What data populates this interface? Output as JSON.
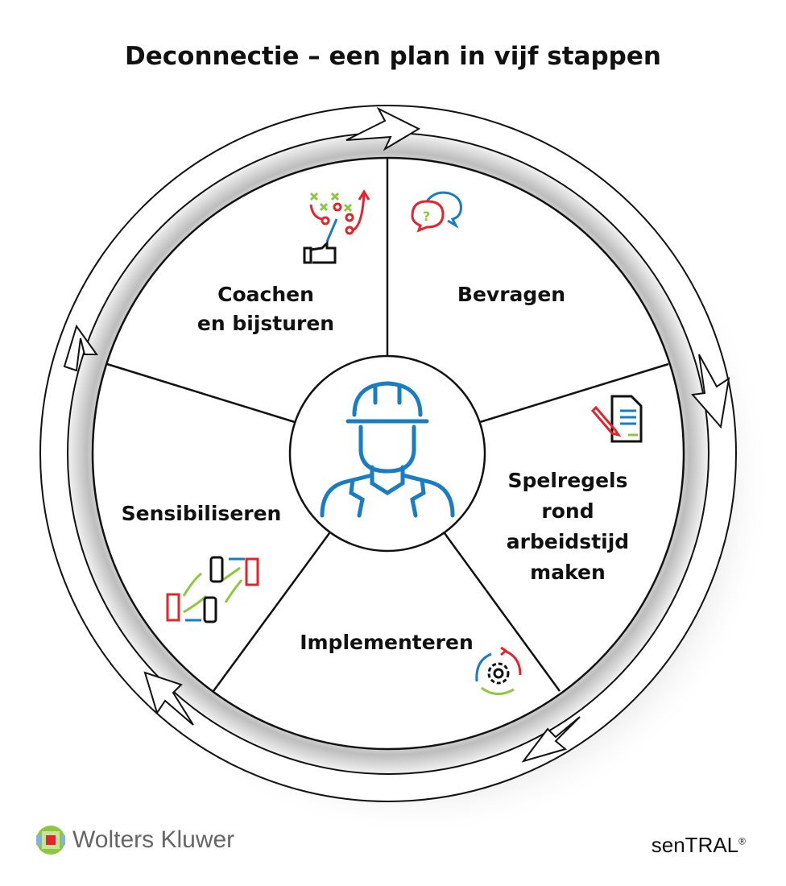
{
  "title": "Deconnectie – een plan in vijf stappen",
  "steps": [
    {
      "label_line1": "Coachen",
      "label_line2": "en bijsturen",
      "icon": "playbook-thumbs-up-icon"
    },
    {
      "label_line1": "Bevragen",
      "icon": "question-chat-bubbles-icon"
    },
    {
      "label_line1": "Spelregels",
      "label_line2": "rond",
      "label_line3": "arbeidstijd",
      "label_line4": "maken",
      "icon": "document-pen-icon"
    },
    {
      "label_line1": "Implementeren",
      "icon": "gear-cycle-icon"
    },
    {
      "label_line1": "Sensibiliseren",
      "icon": "handshake-phones-icon"
    }
  ],
  "center_icon": "worker-hardhat-icon",
  "footer": {
    "brand_left": "Wolters Kluwer",
    "brand_right": "senTRAL",
    "registered": "®"
  },
  "colors": {
    "blue": "#1a7cc1",
    "red": "#e3242b",
    "green": "#8dc63f",
    "black": "#111111"
  }
}
